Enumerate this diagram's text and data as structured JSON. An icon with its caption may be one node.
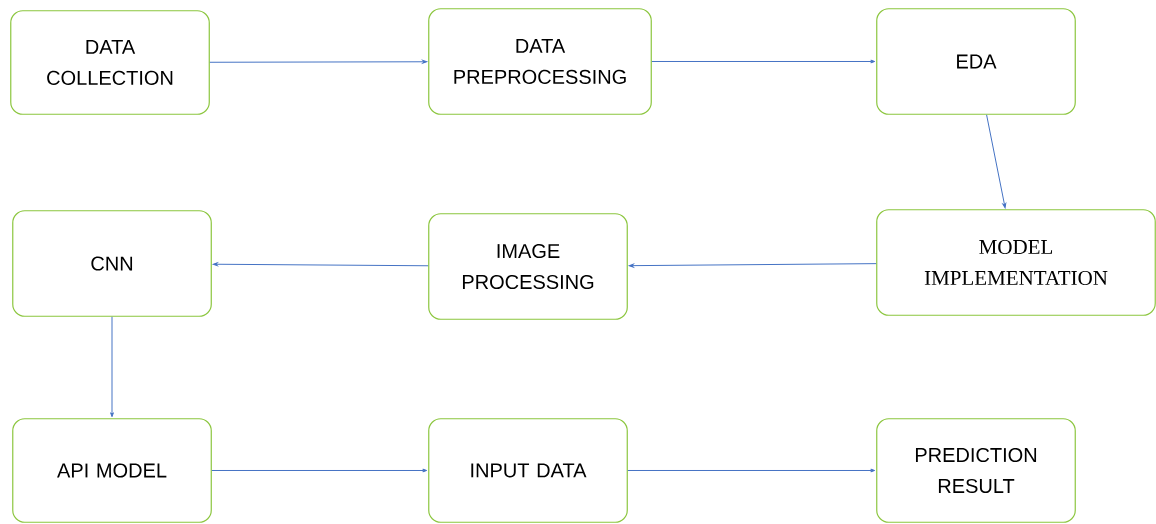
{
  "diagram": {
    "nodes": [
      {
        "text": [
          "DATA COLLECTION"
        ]
      },
      {
        "text": [
          "DATA PREPROCESSING"
        ]
      },
      {
        "text": [
          "EDA"
        ]
      },
      {
        "text": [
          "MODEL IMPLEMENTATION"
        ]
      },
      {
        "text": [
          "IMAGE PROCESSING"
        ]
      },
      {
        "text": [
          "CNN"
        ]
      },
      {
        "text": [
          "API MODEL"
        ]
      },
      {
        "text": [
          "INPUT DATA"
        ]
      },
      {
        "text": [
          "PREDICTION RESULT"
        ]
      }
    ],
    "edges": [
      {
        "from": 0,
        "to": 1,
        "arrow": "to"
      },
      {
        "from": 1,
        "to": 2,
        "arrow": "to"
      },
      {
        "from": 2,
        "to": 3,
        "arrow": "to"
      },
      {
        "from": 3,
        "to": 4,
        "arrow": "to"
      },
      {
        "from": 4,
        "to": 5,
        "arrow": "to"
      },
      {
        "from": 5,
        "to": 6,
        "arrow": "to"
      },
      {
        "from": 6,
        "to": 7,
        "arrow": "to"
      },
      {
        "from": 7,
        "to": 8,
        "arrow": "to"
      }
    ]
  }
}
